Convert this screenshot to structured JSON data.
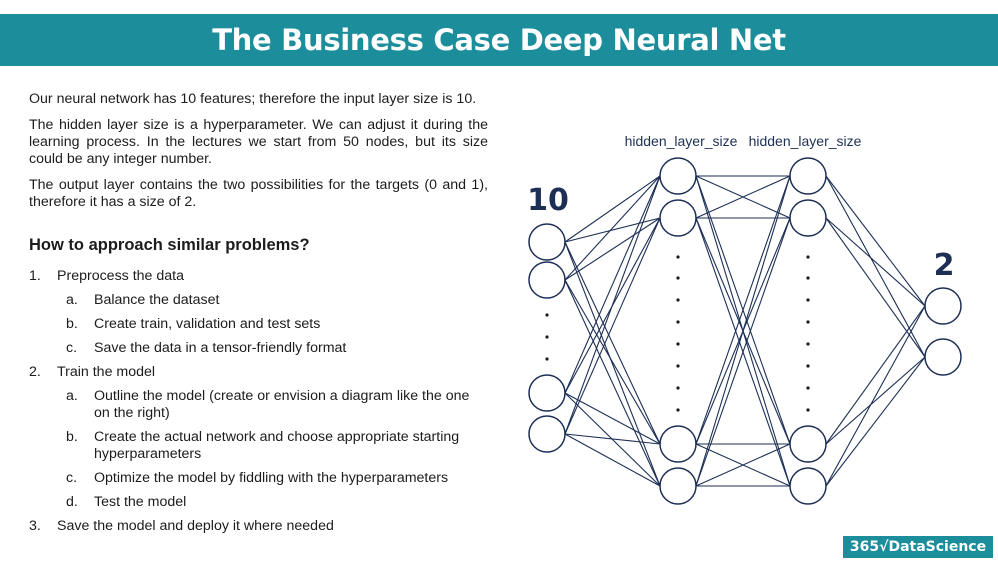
{
  "title": "The Business Case Deep Neural Net",
  "paragraphs": [
    "Our neural network has 10 features; therefore the input layer size is 10.",
    "The hidden layer size is a hyperparameter. We can adjust it during the learning process. In the lectures we start from 50 nodes, but its size could be any integer number.",
    "The output layer contains the two possibilities for the targets (0 and 1), therefore it has a size of 2."
  ],
  "section_heading": "How to approach similar problems?",
  "steps": [
    {
      "marker": "1.",
      "text": "Preprocess the data",
      "sub": [
        {
          "marker": "a.",
          "text": "Balance the dataset"
        },
        {
          "marker": "b.",
          "text": "Create train, validation and test sets"
        },
        {
          "marker": "c.",
          "text": "Save the data in a tensor-friendly format"
        }
      ]
    },
    {
      "marker": "2.",
      "text": "Train the model",
      "sub": [
        {
          "marker": "a.",
          "text": "Outline the model (create or envision a diagram like the one on the right)"
        },
        {
          "marker": "b.",
          "text": "Create the actual network and choose appropriate starting hyperparameters"
        },
        {
          "marker": "c.",
          "text": "Optimize the model by fiddling with the hyperparameters"
        },
        {
          "marker": "d.",
          "text": "Test the model"
        }
      ]
    },
    {
      "marker": "3.",
      "text": "Save the model and deploy it where needed",
      "sub": []
    }
  ],
  "diagram": {
    "input_size_label": "10",
    "hidden_label_1": "hidden_layer_size",
    "hidden_label_2": "hidden_layer_size",
    "output_size_label": "2",
    "colors": {
      "node_stroke": "#1d2f55",
      "edge": "#1d2f55",
      "size_label": "#1d2f55",
      "hidden_label": "#1d2f55"
    }
  },
  "logo": "365√DataScience",
  "colors": {
    "accent": "#1b8d9b",
    "title_text": "#ffffff"
  }
}
